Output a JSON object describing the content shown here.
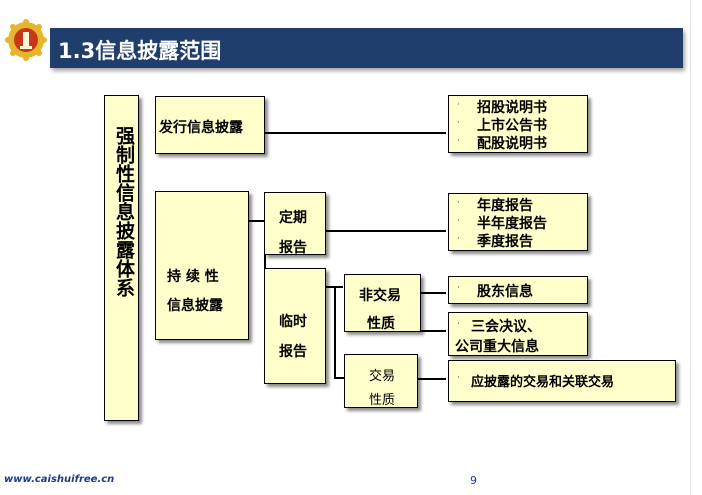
{
  "header": {
    "title": "1.3信息披露范围"
  },
  "colors": {
    "header_bg": "#1f3e6b",
    "box_fill": "#ffffcc",
    "logo_red": "#c8361b",
    "logo_gold": "#e7b52a"
  },
  "diagram": {
    "root": "强制性信息披露体系",
    "issuance": "发行信息披露",
    "issuance_items": [
      "招股说明书",
      "上市公告书",
      "配股说明书"
    ],
    "ongoing": [
      "持 续 性",
      "信息披露"
    ],
    "periodic": [
      "定期",
      "报告"
    ],
    "periodic_items": [
      "年度报告",
      "半年度报告",
      "季度报告"
    ],
    "interim": [
      "临时",
      "报告"
    ],
    "non_trading": [
      "非交易",
      "性质"
    ],
    "shareholder": "股东信息",
    "meetings": [
      "三会决议、",
      "公司重大信息"
    ],
    "trading": [
      "交易",
      "性质"
    ],
    "trading_item": "应披露的交易和关联交易",
    "bullet": "·"
  },
  "footer": {
    "url": "www.caishuifree.cn",
    "page": "9"
  }
}
